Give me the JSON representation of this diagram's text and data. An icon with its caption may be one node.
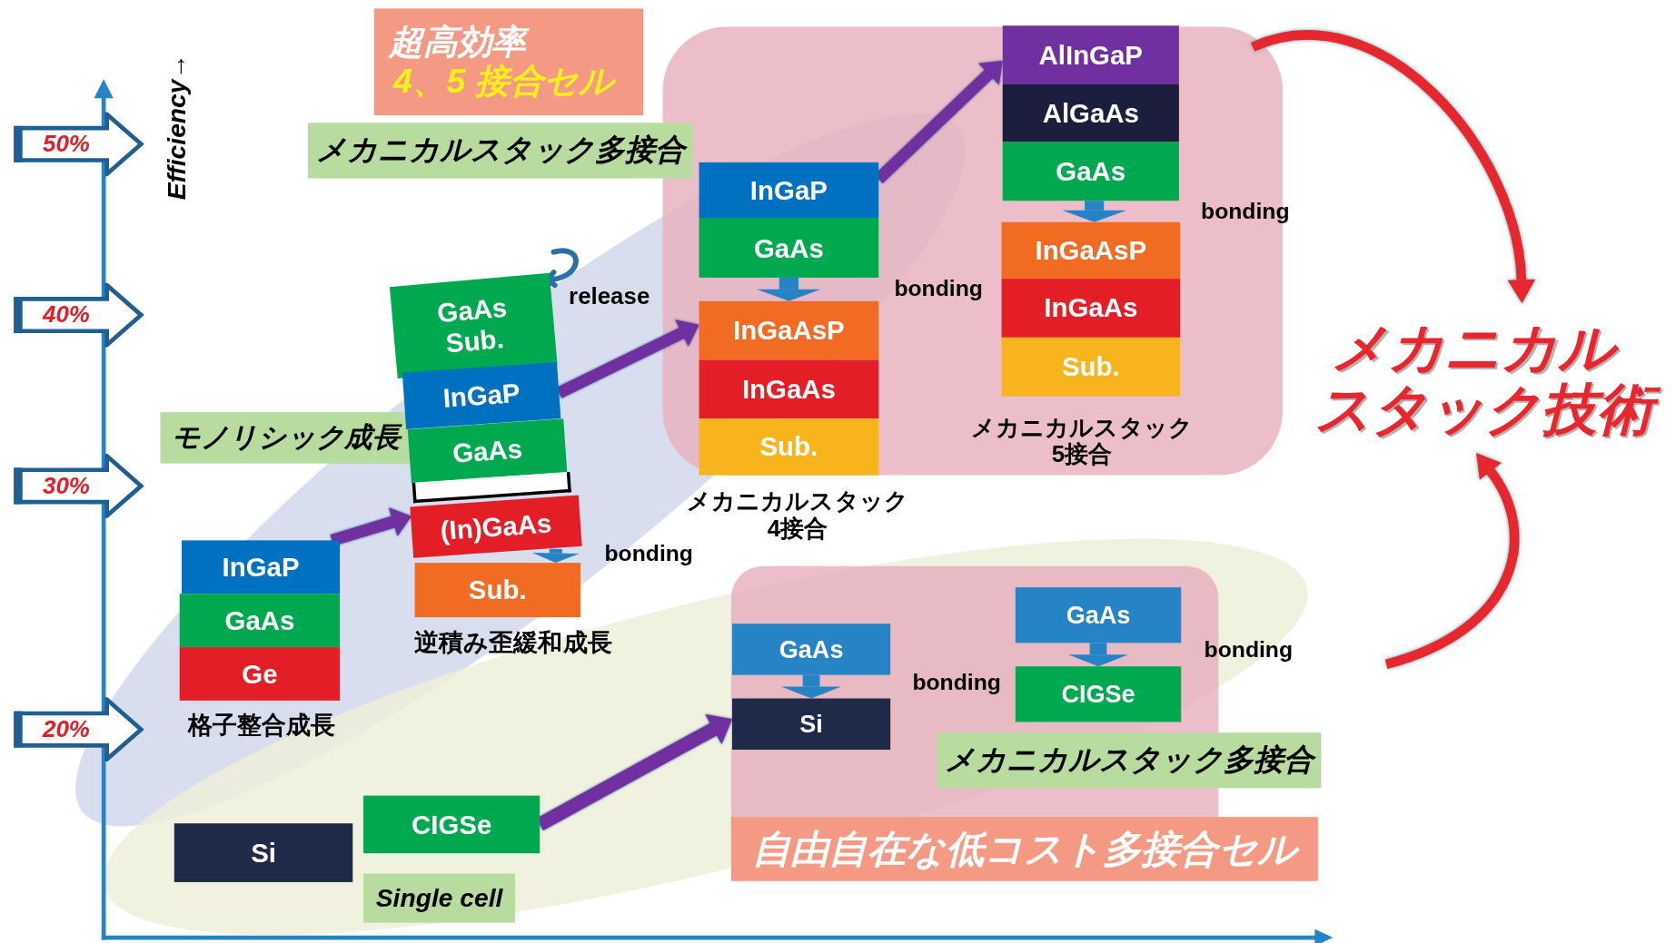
{
  "diagram": {
    "nodes": [
      {
        "text": [
          "超高効率",
          "4、5 接合セル"
        ]
      },
      {
        "text": [
          "メカニカルスタック多接合"
        ]
      },
      {
        "text": [
          "モノリシック成長"
        ]
      },
      {
        "text": [
          "InGaP"
        ]
      },
      {
        "text": [
          "GaAs"
        ]
      },
      {
        "text": [
          "Ge"
        ],
        "beside": [
          "格子整合成長"
        ]
      },
      {
        "text": [
          "GaAs Sub."
        ]
      },
      {
        "text": [
          "InGaP"
        ]
      },
      {
        "text": [
          "GaAs"
        ]
      },
      {
        "text": [],
        "shape": "box"
      },
      {
        "text": [
          "(In)GaAs"
        ]
      },
      {
        "text": [
          "Sub."
        ],
        "beside": [
          "逆積み歪緩和成長"
        ]
      },
      {
        "text": [
          "InGaP"
        ]
      },
      {
        "text": [
          "GaAs"
        ]
      },
      {
        "text": [
          "InGaAsP"
        ]
      },
      {
        "text": [
          "InGaAs"
        ]
      },
      {
        "text": [
          "Sub."
        ],
        "beside": [
          "メカニカルスタック4接合"
        ]
      },
      {
        "text": [
          "AlInGaP"
        ]
      },
      {
        "text": [
          "AlGaAs"
        ]
      },
      {
        "text": [
          "GaAs"
        ]
      },
      {
        "text": [
          "InGaAsP"
        ]
      },
      {
        "text": [
          "InGaAs"
        ]
      },
      {
        "text": [
          "Sub."
        ],
        "beside": [
          "メカニカルスタック5接合"
        ]
      },
      {
        "text": [
          "Si"
        ]
      },
      {
        "text": [
          "CIGSe"
        ]
      },
      {
        "text": [
          "Single cell"
        ]
      },
      {
        "text": [
          "GaAs"
        ]
      },
      {
        "text": [
          "Si"
        ]
      },
      {
        "text": [
          "GaAs"
        ]
      },
      {
        "text": [
          "CIGSe"
        ]
      },
      {
        "text": [
          "メカニカルスタック多接合"
        ]
      },
      {
        "text": [
          "自由自在な低コスト多接合セル"
        ]
      },
      {
        "text": [
          "メカニカルスタック技術"
        ]
      },
      {
        "text": [
          "50%"
        ]
      },
      {
        "text": [
          "40%"
        ]
      },
      {
        "text": [
          "30%"
        ]
      },
      {
        "text": [
          "20%"
        ]
      }
    ],
    "edges": [
      {
        "from": 3,
        "to": 10,
        "arrow": "to",
        "color": "#7030a0"
      },
      {
        "from": 7,
        "to": 14,
        "arrow": "to",
        "color": "#7030a0"
      },
      {
        "from": 12,
        "to": 17,
        "arrow": "to",
        "color": "#7030a0"
      },
      {
        "from": 24,
        "to": 27,
        "arrow": "to",
        "color": "#7030a0"
      },
      {
        "from": 10,
        "to": 11,
        "arrow": "to",
        "color": "#2683c6"
      },
      {
        "from": 13,
        "to": 14,
        "arrow": "to",
        "color": "#2683c6"
      },
      {
        "from": 19,
        "to": 20,
        "arrow": "to",
        "color": "#2683c6"
      },
      {
        "from": 26,
        "to": 27,
        "arrow": "to",
        "color": "#2683c6"
      },
      {
        "from": 28,
        "to": 29,
        "arrow": "to",
        "color": "#2683c6"
      },
      {
        "from": null,
        "to": 32,
        "arrow": "to",
        "color": "#e8262e"
      },
      {
        "from": null,
        "to": 32,
        "arrow": "to",
        "color": "#e8262e"
      }
    ],
    "labels": [
      "Efficiency→",
      "bonding",
      "bonding",
      "release",
      "bonding",
      "bonding",
      "bonding"
    ]
  }
}
